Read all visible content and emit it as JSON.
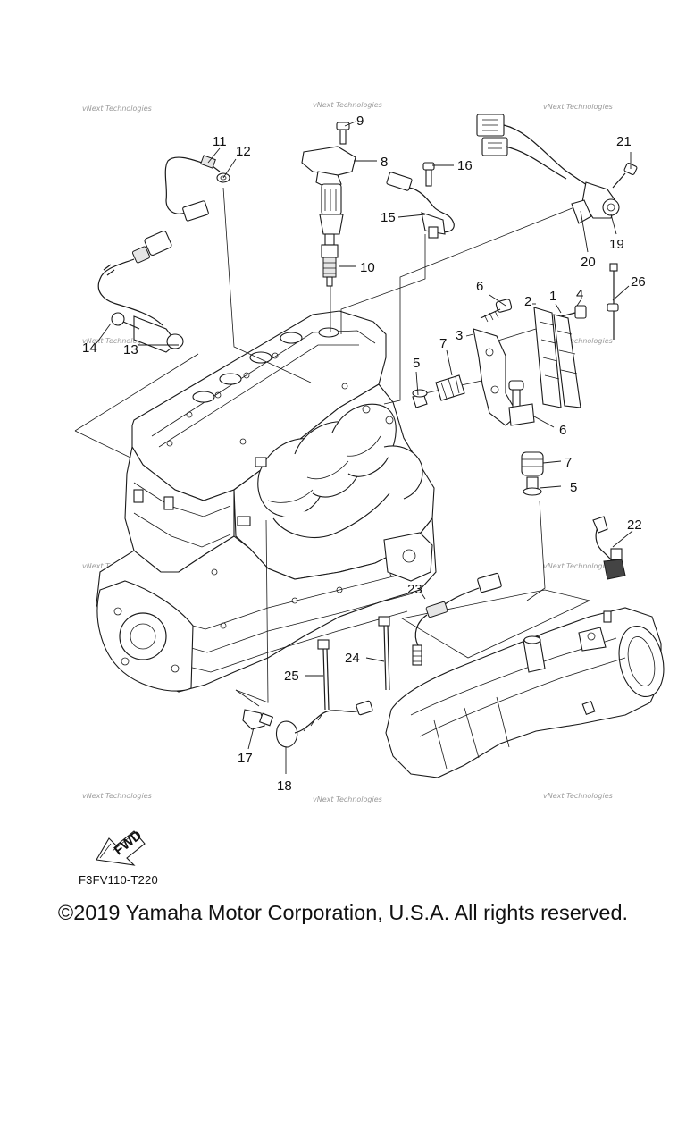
{
  "watermark_text": "vNext Technologies",
  "diagram_code": "F3FV110-T220",
  "fwd_label": "FWD",
  "copyright": "©2019 Yamaha Motor Corporation, U.S.A. All rights reserved.",
  "callouts": [
    "1",
    "2",
    "3",
    "4",
    "5",
    "5",
    "6",
    "6",
    "7",
    "7",
    "8",
    "9",
    "10",
    "11",
    "12",
    "13",
    "14",
    "15",
    "16",
    "17",
    "18",
    "19",
    "20",
    "21",
    "22",
    "23",
    "24",
    "25",
    "26"
  ]
}
